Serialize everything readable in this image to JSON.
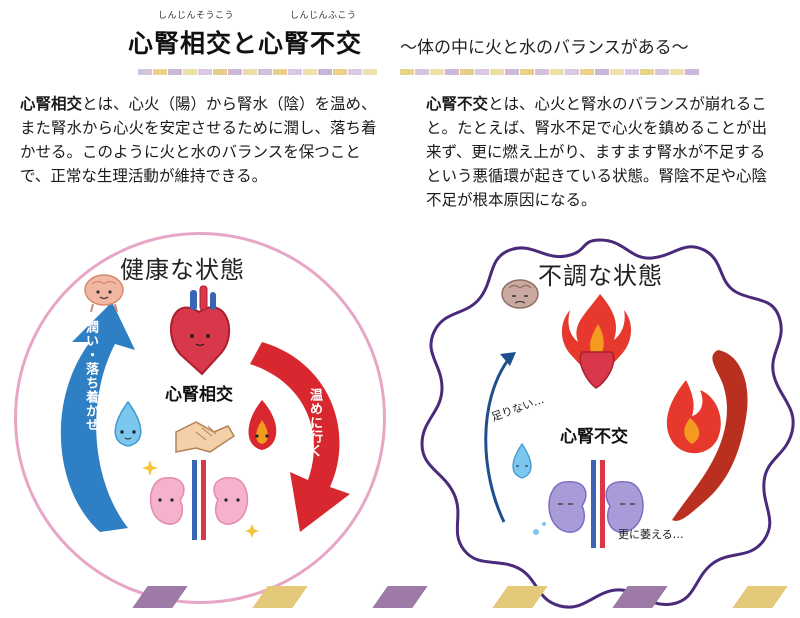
{
  "header": {
    "ruby_sojou": "しんじんそうこう",
    "ruby_fukou": "しんじんふこう",
    "title": "心腎相交と心腎不交",
    "subtitle": "～体の中に火と水のバランスがある～"
  },
  "left_paragraph": {
    "term": "心腎相交",
    "body": "とは、心火（陽）から腎水（陰）を温め、また腎水から心火を安定させるために潤し、落ち着かせる。このように火と水のバランスを保つことで、正常な生理活動が維持できる。"
  },
  "right_paragraph": {
    "term": "心腎不交",
    "body": "とは、心火と腎水のバランスが崩れること。たとえば、腎水不足で心火を鎮めることが出来ず、更に燃え上がり、ますます腎水が不足するという悪循環が起きている状態。腎陰不足や心陰不足が根本原因になる。"
  },
  "healthy_state": {
    "title": "健康な状態",
    "center_label": "心腎相交",
    "left_arrow_text": "潤い・落ち着かせる",
    "right_arrow_text": "温めに行く"
  },
  "unhealthy_state": {
    "title": "不調な状態",
    "center_label": "心腎不交",
    "note_insufficient": "足りない…",
    "note_weaken": "更に萎える…"
  },
  "colors": {
    "pink_border": "#e8a6c7",
    "purple_border": "#4a2a7a",
    "blue_arrow": "#2f7fc4",
    "red_arrow": "#d8272f",
    "kidney_pink": "#f6b2cd",
    "kidney_purple": "#a99bd8",
    "flame_red": "#e6382c",
    "flame_orange": "#f39a1f",
    "dark_red_shape": "#b93020",
    "heart_red": "#d9374a",
    "water_blue": "#7cc7ee"
  },
  "icons": [
    "brain-icon-happy",
    "brain-icon-sad",
    "heart-organ-icon",
    "water-drop-icon",
    "fire-drop-icon",
    "handshake-icon",
    "kidney-icon",
    "flame-icon",
    "heart-flame-icon"
  ]
}
